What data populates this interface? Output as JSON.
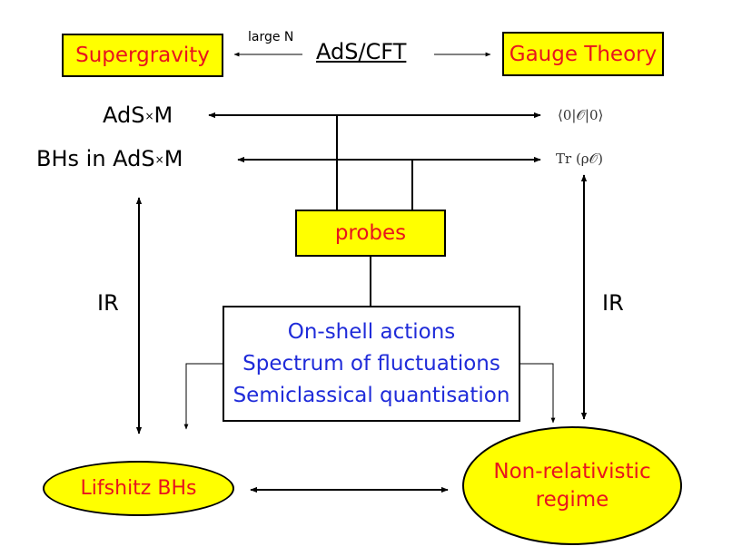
{
  "top": {
    "left_box": "Supergravity",
    "right_box": "Gauge Theory",
    "center": "AdS/CFT",
    "arrow_label": "large N"
  },
  "rows": {
    "ads_label": "AdS",
    "ads_times": "×",
    "ads_m": "M",
    "bh_label": "BHs in AdS",
    "bh_times": "×",
    "bh_m": "M",
    "vev": "⟨0|𝒪|0⟩",
    "trace": "Tr (ρ𝒪)"
  },
  "probes": "probes",
  "ir_left": "IR",
  "ir_right": "IR",
  "methods": [
    "On-shell actions",
    "Spectrum of fluctuations",
    "Semiclassical quantisation"
  ],
  "bottom": {
    "lifshitz": "Lifshitz BHs",
    "nonrel_line1": "Non-relativistic",
    "nonrel_line2": "regime"
  },
  "colors": {
    "box_fill": "#ffff00",
    "accent_red": "#e8141e",
    "method_blue": "#1f2bd9",
    "line": "#000000"
  }
}
